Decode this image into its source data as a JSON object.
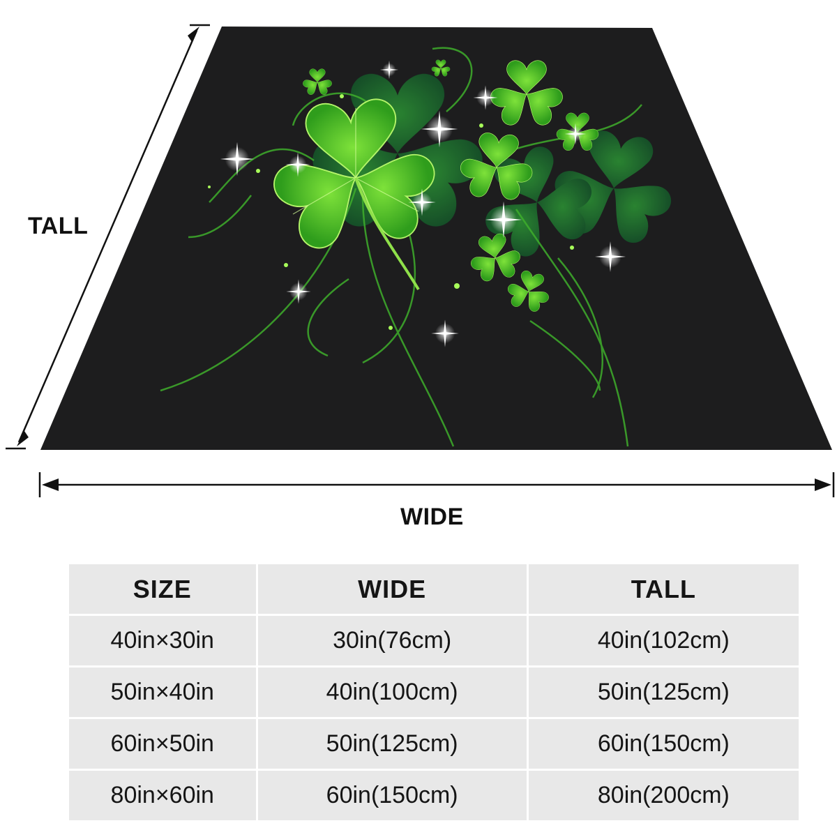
{
  "dimensions": {
    "tall_label": "TALL",
    "wide_label": "WIDE"
  },
  "product_image": {
    "subject": "black blanket with green shamrock clover pattern",
    "colors": {
      "background": "#1d1d1e",
      "clover_bright": "#5fd02a",
      "clover_dark": "#1f8a2e",
      "sparkle": "#ffffff"
    }
  },
  "size_table": {
    "headers": [
      "SIZE",
      "WIDE",
      "TALL"
    ],
    "rows": [
      [
        "40in×30in",
        "30in(76cm)",
        "40in(102cm)"
      ],
      [
        "50in×40in",
        "40in(100cm)",
        "50in(125cm)"
      ],
      [
        "60in×50in",
        "50in(125cm)",
        "60in(150cm)"
      ],
      [
        "80in×60in",
        "60in(150cm)",
        "80in(200cm)"
      ]
    ]
  }
}
